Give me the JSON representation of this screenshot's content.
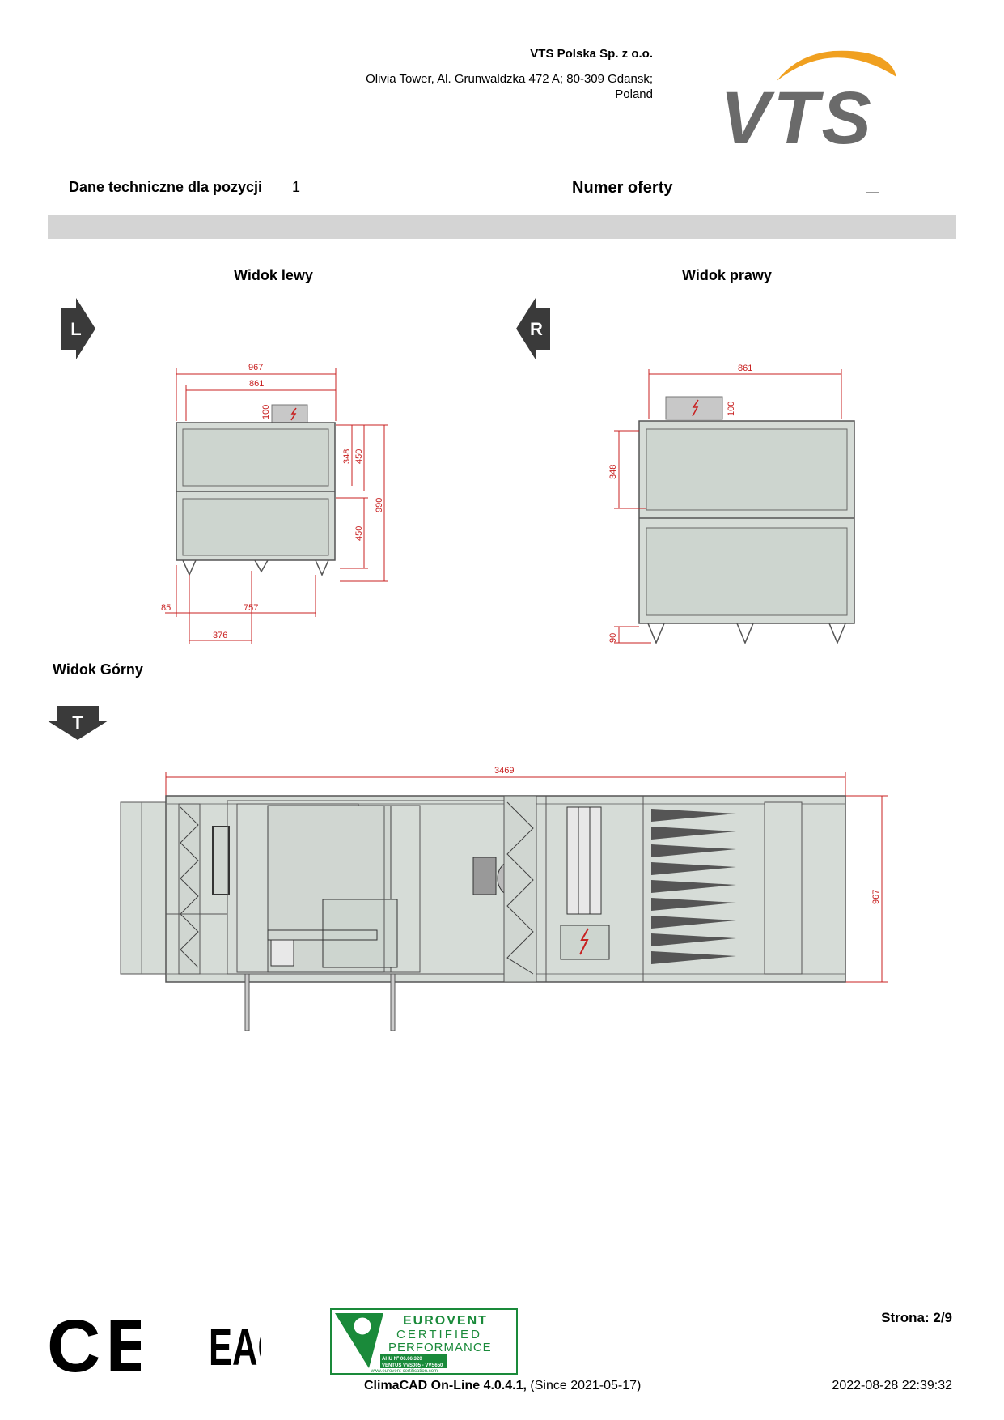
{
  "header": {
    "company": "VTS Polska Sp. z o.o.",
    "address": "Olivia Tower, Al. Grunwaldzka 472 A; 80-309 Gdansk;",
    "country": "Poland",
    "logo_text": "VTS"
  },
  "info": {
    "position_label": "Dane techniczne dla pozycji",
    "position_value": "1",
    "offer_label": "Numer oferty"
  },
  "views": {
    "left_title": "Widok lewy",
    "right_title": "Widok prawy",
    "top_title": "Widok Górny",
    "left_badge": "L",
    "right_badge": "R",
    "top_badge": "T"
  },
  "left_dims": {
    "width_outer": "967",
    "width_inner": "861",
    "box_h": "100",
    "section_inner": "348",
    "section_upper": "450",
    "section_lower": "450",
    "total_h": "990",
    "foot_offset": "85",
    "foot_span": "757",
    "foot_mid": "376"
  },
  "right_dims": {
    "width_inner": "861",
    "box_h": "100",
    "section_inner": "348",
    "foot_h": "90"
  },
  "top_dims": {
    "length": "3469",
    "width": "967"
  },
  "footer": {
    "page": "Strona: 2/9",
    "software_bold": "ClimaCAD On-Line 4.0.4.1,",
    "software_since": "(Since 2021-05-17)",
    "timestamp": "2022-08-28 22:39:32",
    "eurovent_line1": "EUROVENT",
    "eurovent_line2": "CERTIFIED",
    "eurovent_line3": "PERFORMANCE",
    "eurovent_ahu": "AHU Nº 06.06.320",
    "eurovent_range": "VENTUS VVS005 - VVS650",
    "eurovent_url": "www.eurovent-certification.com",
    "ce_mark": "CE",
    "eac_mark": "EAC"
  },
  "colors": {
    "dimension": "#c82020",
    "unit_fill": "#d6dcd7",
    "band": "#d4d4d4",
    "logo_orange": "#f0a020",
    "logo_grey": "#6a6a6a",
    "eurovent_green": "#1a8a3a"
  }
}
